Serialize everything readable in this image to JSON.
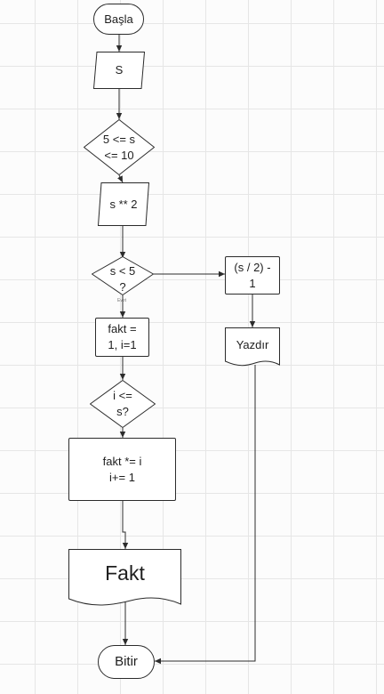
{
  "diagram": {
    "start": "Başla",
    "input": "S",
    "cond_range": "5 <= s\n<= 10",
    "square": "s ** 2",
    "cond_less": "s < 5\n?",
    "yes_label": "Evet",
    "right_expr": "(s / 2) -\n1",
    "print": "Yazdır",
    "init": "fakt =\n1, i=1",
    "cond_loop": "i <=\ns?",
    "loop_body": "fakt *= i\ni+= 1",
    "output": "Fakt",
    "end": "Bitir"
  },
  "colors": {
    "stroke": "#2b2b2b",
    "fill": "#ffffff",
    "grid": "#e6e6e6"
  }
}
